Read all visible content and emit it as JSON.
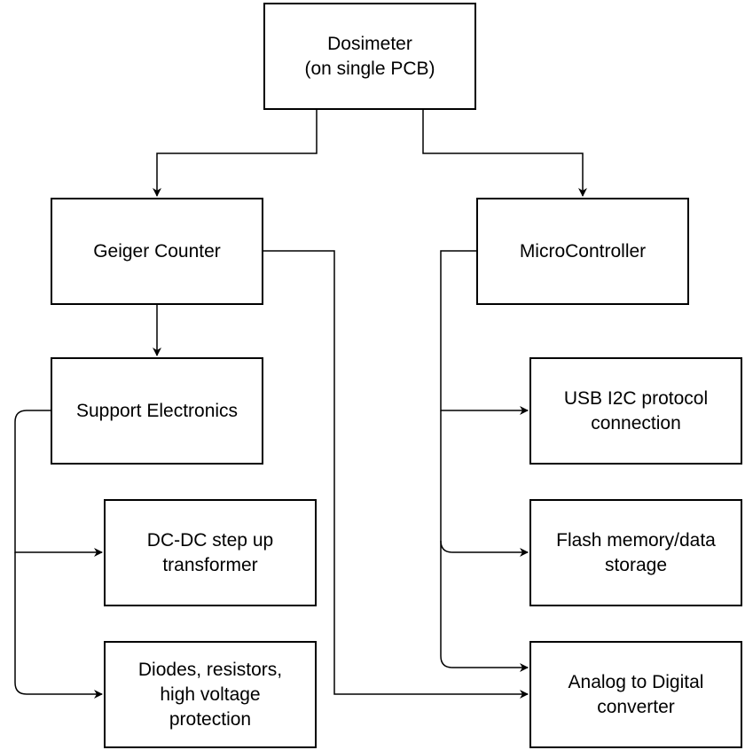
{
  "colors": {
    "stroke": "#000000",
    "fill": "#ffffff",
    "text": "#000000"
  },
  "nodes": {
    "dosimeter": {
      "lines": [
        "Dosimeter",
        "(on single PCB)"
      ]
    },
    "geiger": {
      "lines": [
        "Geiger Counter"
      ]
    },
    "micro": {
      "lines": [
        "MicroController"
      ]
    },
    "support": {
      "lines": [
        "Support Electronics"
      ]
    },
    "usb": {
      "lines": [
        "USB I2C protocol",
        "connection"
      ]
    },
    "dcdc": {
      "lines": [
        "DC-DC step up",
        "transformer"
      ]
    },
    "flash": {
      "lines": [
        "Flash memory/data",
        "storage"
      ]
    },
    "diodes": {
      "lines": [
        "Diodes, resistors,",
        "high voltage",
        "protection"
      ]
    },
    "adc": {
      "lines": [
        "Analog to Digital",
        "converter"
      ]
    }
  },
  "edges": [
    {
      "from": "dosimeter",
      "to": "geiger"
    },
    {
      "from": "dosimeter",
      "to": "micro"
    },
    {
      "from": "geiger",
      "to": "support"
    },
    {
      "from": "geiger",
      "to": "adc"
    },
    {
      "from": "micro",
      "to": "usb"
    },
    {
      "from": "micro",
      "to": "flash"
    },
    {
      "from": "micro",
      "to": "adc"
    },
    {
      "from": "support",
      "to": "dcdc"
    },
    {
      "from": "support",
      "to": "diodes"
    }
  ]
}
